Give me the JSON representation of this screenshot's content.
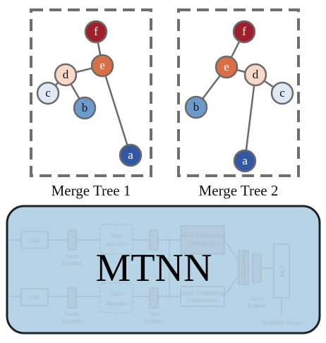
{
  "trees": [
    {
      "title": "Merge Tree 1",
      "nodes": [
        {
          "label": "f",
          "color": "#a01f2d",
          "text_color": "#ffffff"
        },
        {
          "label": "e",
          "color": "#d97045",
          "text_color": "#ffffff"
        },
        {
          "label": "d",
          "color": "#f8d8c6",
          "text_color": "#111111"
        },
        {
          "label": "c",
          "color": "#dfe9f4",
          "text_color": "#111111"
        },
        {
          "label": "b",
          "color": "#6c9bcb",
          "text_color": "#111111"
        },
        {
          "label": "a",
          "color": "#3258a3",
          "text_color": "#ffffff"
        }
      ],
      "edges": [
        [
          "f",
          "e"
        ],
        [
          "e",
          "d"
        ],
        [
          "e",
          "a"
        ],
        [
          "d",
          "c"
        ],
        [
          "d",
          "b"
        ]
      ]
    },
    {
      "title": "Merge Tree 2",
      "nodes": [
        {
          "label": "f",
          "color": "#a01f2d",
          "text_color": "#ffffff"
        },
        {
          "label": "e",
          "color": "#d97045",
          "text_color": "#ffffff"
        },
        {
          "label": "d",
          "color": "#f8d8c6",
          "text_color": "#111111"
        },
        {
          "label": "b",
          "color": "#6c9bcb",
          "text_color": "#111111"
        },
        {
          "label": "c",
          "color": "#dfe9f4",
          "text_color": "#111111"
        },
        {
          "label": "a",
          "color": "#3258a3",
          "text_color": "#ffffff"
        }
      ],
      "edges": [
        [
          "f",
          "e"
        ],
        [
          "e",
          "b"
        ],
        [
          "e",
          "d"
        ],
        [
          "d",
          "c"
        ],
        [
          "d",
          "a"
        ]
      ]
    }
  ],
  "model": {
    "title": "MTNN",
    "background": "#b7d3e6",
    "faint_labels": {
      "gin": "GIN",
      "node_embeds": [
        "Node",
        "Embeds"
      ],
      "topo_attention": [
        "Topo",
        "Attention"
      ],
      "tree_embed": [
        "Tree",
        "Embed"
      ],
      "node_embedding_comparison": [
        "Node Embedding",
        "Comparison"
      ],
      "concatenate": "Concatenate",
      "joint_embed": [
        "Joint",
        "Embed"
      ],
      "mlp": "MLP",
      "similarity_score": "Similarity Score"
    }
  }
}
